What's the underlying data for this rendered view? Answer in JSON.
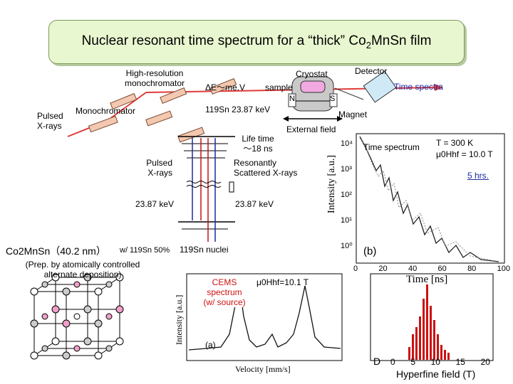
{
  "title": {
    "main": "Nuclear resonant time spectrum for a “thick” Co",
    "sub": "2",
    "rest": "Mn",
    "rest2": "Sn film"
  },
  "setup": {
    "hires_mono": [
      "High-resolution",
      "monochromator"
    ],
    "delta_e": "ΔE～me.V",
    "cryostat": "Cryostat",
    "detector": "Detector",
    "sample": "sample",
    "time_spectra": "Time spectra",
    "pulsed_xrays": [
      "Pulsed",
      "X-rays"
    ],
    "monochromator": "Monochromator",
    "isotope": "119Sn  23.87 keV",
    "magnet": "Magnet",
    "external_field": "External field",
    "pole_n": "N",
    "pole_s": "S"
  },
  "level_scheme": {
    "pulsed_xrays": [
      "Pulsed",
      "X-rays"
    ],
    "life_time": [
      "Life time",
      "～18 ns"
    ],
    "resonantly": [
      "Resonantly",
      "Scattered X-rays"
    ],
    "energy_left": "23.87 keV",
    "energy_right": "23.87 keV",
    "nuclei": "119Sn nuclei"
  },
  "sample_info": {
    "composition": "Co2MnSn（40.2 nm）",
    "enrichment": "w/ 119Sn 50%",
    "prep": [
      "(Prep. by atomically controlled",
      "alternate deposition)"
    ]
  },
  "time_plot": {
    "label": "Time spectrum",
    "temp": "T = 300 K",
    "field": "μ0Hhf = 10.0 T",
    "duration": "5 hrs.",
    "panel": "(b)",
    "xlabel": "Time [ns]",
    "ylabel": "Intensity [a.u.]",
    "xticks": [
      "0",
      "20",
      "40",
      "60",
      "80",
      "100"
    ],
    "yticks": [
      "10⁴",
      "10³",
      "10²",
      "10¹",
      "10⁰"
    ]
  },
  "cems_plot": {
    "label": [
      "CEMS",
      "spectrum",
      "(w/ source)"
    ],
    "field": "μ0Hhf=10.1 T",
    "panel": "(a)",
    "xlabel": "Velocity [mm/s]",
    "ylabel": "Intensity [a.u.]"
  },
  "hf_plot": {
    "xlabel": "Hyperfine field (T)",
    "xticks": [
      "0",
      "5",
      "10",
      "15",
      "20"
    ],
    "ylabel": "D"
  },
  "colors": {
    "red": "#cc1111",
    "blue": "#1a2aa0",
    "green": "#e9f7d0"
  }
}
